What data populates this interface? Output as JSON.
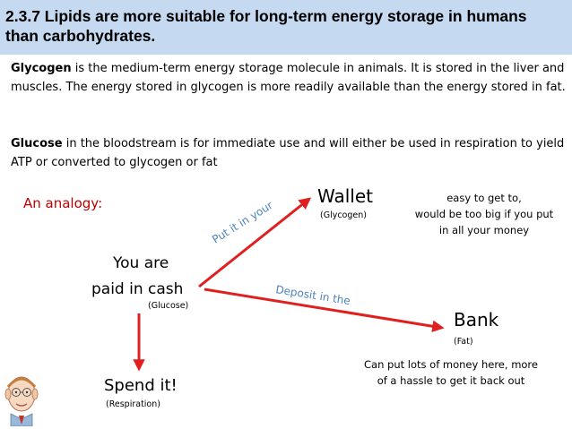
{
  "header": {
    "title": "2.3.7 Lipids are more suitable for long-term energy storage in humans than carbohydrates."
  },
  "paragraphs": {
    "glycogen_term": "Glycogen",
    "glycogen_text": " is the medium-term energy storage molecule in animals. It is stored in the liver and muscles. The energy stored in glycogen is more readily available than the energy stored in fat.",
    "glucose_term": "Glucose",
    "glucose_text": " in the bloodstream is for immediate use and will either be used in respiration to yield ATP or converted to glycogen or fat"
  },
  "diagram": {
    "analogy_label": "An analogy:",
    "source_line1": "You are",
    "source_line2": "paid in cash",
    "source_note": "(Glucose)",
    "wallet_label": "Wallet",
    "wallet_note": "(Glycogen)",
    "wallet_desc_line1": "easy to get to,",
    "wallet_desc_line2": "would be too big if you put",
    "wallet_desc_line3": "in all your money",
    "bank_label": "Bank",
    "bank_note": "(Fat)",
    "bank_desc_line1": "Can put lots of money here, more",
    "bank_desc_line2": "of a hassle to get it back out",
    "spend_label": "Spend it!",
    "spend_note": "(Respiration)",
    "arrow_wallet_text": "Put it in your",
    "arrow_bank_text": "Deposit in the",
    "arrow_color": "#e02020",
    "arrow_text_color": "#4f81bd"
  }
}
